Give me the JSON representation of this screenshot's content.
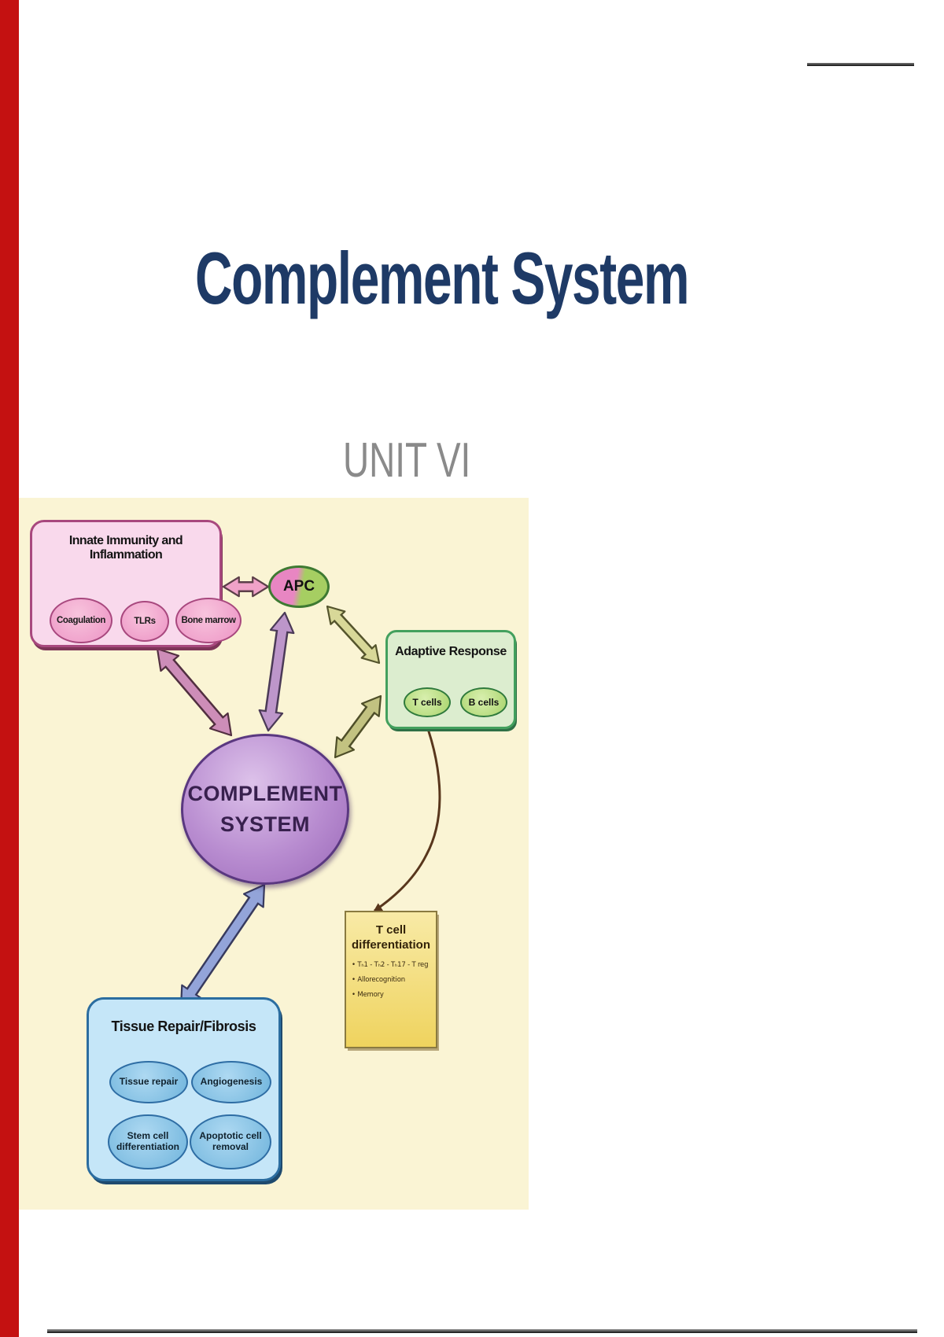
{
  "page": {
    "title": "Complement System",
    "subtitle": "UNIT VI"
  },
  "diagram": {
    "innate_box": {
      "title": "Innate Immunity and Inflammation",
      "ovals": [
        "Coagulation",
        "TLRs",
        "Bone marrow"
      ]
    },
    "apc": {
      "label": "APC"
    },
    "adaptive_box": {
      "title": "Adaptive Response",
      "ovals": [
        "T cells",
        "B cells"
      ]
    },
    "complement": {
      "line1": "COMPLEMENT",
      "line2": "SYSTEM"
    },
    "tcell_box": {
      "title_line1": "T cell",
      "title_line2": "differentiation",
      "bullets": [
        "Tₕ1 - Tₕ2 - Tₕ17 - T reg",
        "Allorecognition",
        "Memory"
      ]
    },
    "tissue_box": {
      "title": "Tissue Repair/Fibrosis",
      "ovals": [
        "Tissue repair",
        "Angiogenesis",
        "Stem cell\ndifferentiation",
        "Apoptotic cell\nremoval"
      ]
    }
  },
  "colors": {
    "left_accent_bar": "#c41111",
    "title_text": "#1e3a66",
    "subtitle_text": "#8a8a8a",
    "diagram_background": "#faf4d4",
    "innate_fill": "#f9d9ec",
    "innate_border": "#a8487e",
    "adaptive_fill": "#dcedcf",
    "adaptive_border": "#43a05e",
    "complement_fill": "#b88cd0",
    "complement_border": "#5a3880",
    "tcell_fill": "#f2dd7d",
    "tissue_fill": "#c5e6f8",
    "tissue_border": "#2b6da0",
    "apc_pink": "#e886c2",
    "apc_green": "#a6ce62",
    "brown_arrow": "#58361c"
  }
}
